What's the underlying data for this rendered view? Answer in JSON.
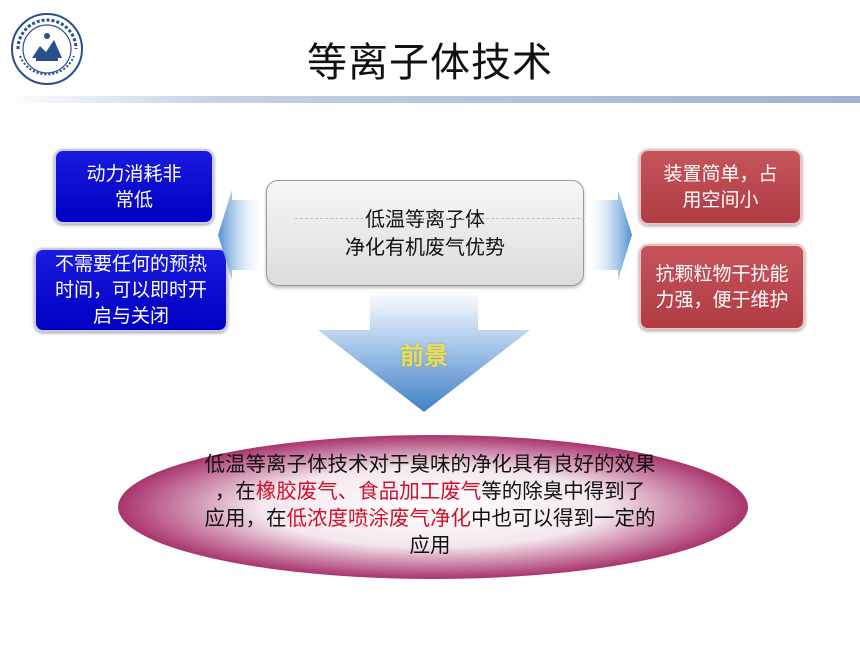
{
  "header": {
    "title": "等离子体技术",
    "logo_icon": "university-seal-icon"
  },
  "center_box": {
    "line1": "低温等离子体",
    "line2": "净化有机废气优势"
  },
  "left_boxes": [
    {
      "text": "动力消耗非\n常低"
    },
    {
      "text": "不需要任何的预热\n时间，可以即时开\n启与关闭"
    }
  ],
  "right_boxes": [
    {
      "text": "装置简单，占\n用空间小"
    },
    {
      "text": "抗颗粒物干扰能\n力强，便于维护"
    }
  ],
  "arrow": {
    "label": "前景"
  },
  "bottom": {
    "seg1": "低温等离子体技术对于臭味的净化具有良好的效果",
    "seg2": "，在",
    "seg3_highlight": "橡胶废气、食品加工废气",
    "seg4": "等的除臭中得到了",
    "seg5": "应用，在",
    "seg6_highlight": "低浓度喷涂废气净化",
    "seg7": "中也可以得到一定的",
    "seg8": "应用"
  },
  "colors": {
    "blue_box": "#0a0ad6",
    "red_box": "#b8454b",
    "highlight_text": "#d1102a",
    "arrow_label": "#e9df5a",
    "arrow_fill": "#7aa8d8"
  }
}
